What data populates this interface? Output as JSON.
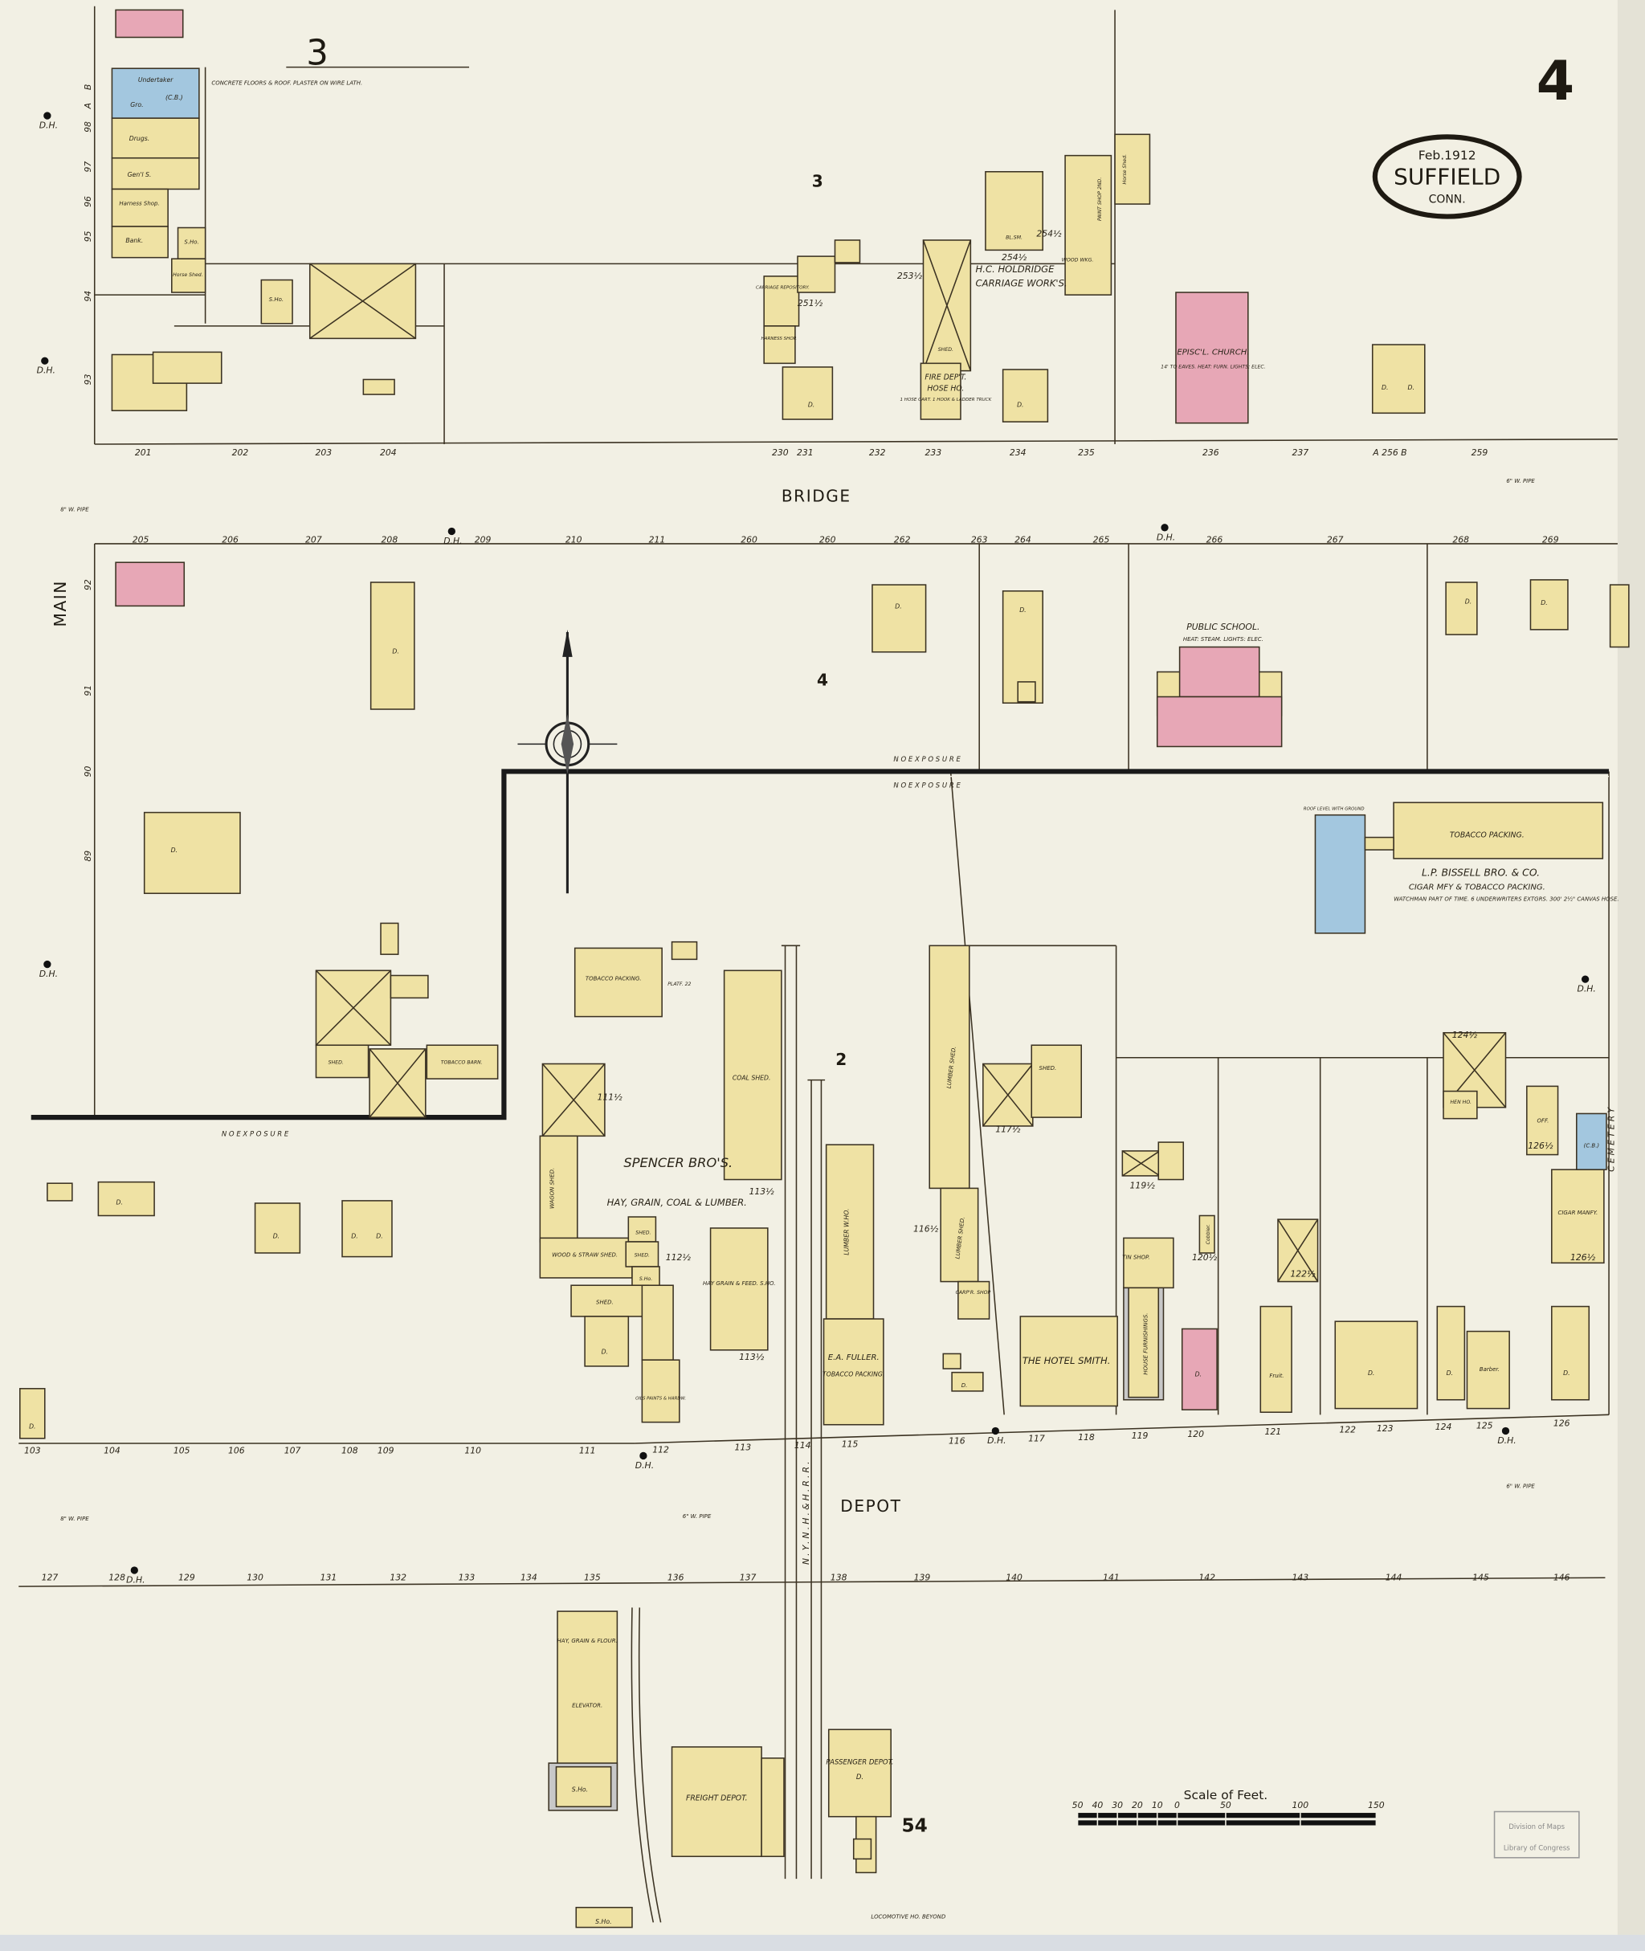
{
  "sheet": {
    "page_number": "4",
    "date": "Feb.1912",
    "town": "SUFFIELD",
    "state": "CONN."
  },
  "streets": {
    "main": "MAIN",
    "bridge": "BRIDGE",
    "depot": "DEPOT",
    "cemetery": "CEMETERY",
    "railroad": "N.Y.N.H.&H.R.R."
  },
  "block_numbers": {
    "top_left": "3",
    "top": "3",
    "middle": "4",
    "lower": "2",
    "bottom": "54"
  },
  "colors": {
    "frame_building": "#efe2a4",
    "brick_building": "#e7a7b6",
    "stone_concrete_building": "#a3c7df",
    "iron_clad": "#c8c8c8",
    "paper": "#f2f0e4"
  },
  "labels": {
    "undertaker": "Undertaker",
    "gro": "Gro.",
    "cb": "(C.B.)",
    "drugs": "Drugs.",
    "gents": "Gen'l S.",
    "harness": "Harness Shop.",
    "bank": "Bank.",
    "sho": "S.Ho.",
    "horse_shed": "Horse Shed.",
    "concrete_note": "CONCRETE FLOORS & ROOF. PLASTER ON WIRE LATH.",
    "carriage_repo": "CARRIAGE REPOSITORY.",
    "harness_shop": "HARNESS SHOP.",
    "shed": "SHED.",
    "bl_sm": "BL.SM.",
    "wood_wkg": "WOOD WKG.",
    "paint_shop": "PAINT SHOP 2ND.",
    "holdridge": "H.C. HOLDRIDGE",
    "carriage_works": "CARRIAGE WORK'S.",
    "fire_dept": "FIRE DEP'T.",
    "hose_ho": "HOSE HO.",
    "hose_note": "1 HOSE CART. 1 HOOK & LADDER TRUCK",
    "dwelling": "D.",
    "church": "EPISC'L. CHURCH.",
    "church_note": "14' TO EAVES. HEAT: FURN. LIGHTS: ELEC.",
    "school": "PUBLIC SCHOOL.",
    "school_note": "HEAT: STEAM. LIGHTS: ELEC.",
    "tobacco_barn": "TOBACCO BARN.",
    "tobacco_packing": "TOBACCO PACKING.",
    "bissell": "L.P. BISSELL BRO. & CO.",
    "bissell_sub": "CIGAR MFY & TOBACCO PACKING.",
    "bissell_note": "WATCHMAN PART OF TIME. 6 UNDERWRITERS EXTGRS. 300' 2½\" CANVAS HOSE.",
    "roof_level": "ROOF LEVEL WITH GROUND",
    "plat": "PLATF. 22",
    "coal_shed": "COAL SHED.",
    "spencer": "SPENCER BRO'S.",
    "spencer_sub": "HAY, GRAIN, COAL & LUMBER.",
    "wagon_shed": "WAGON SHED.",
    "wood_straw": "WOOD & STRAW SHED.",
    "oils": "OILS PAINTS & HARDW.",
    "hay_feed": "HAY GRAIN & FEED. S.HO.",
    "lumber_wh": "LUMBER W.HO.",
    "fuller": "E.A. FULLER.",
    "fuller_sub": "TOBACCO PACKING.",
    "lumber_shed": "LUMBER SHED.",
    "carpr_shop": "CARP'R. SHOP",
    "hotel": "THE HOTEL SMITH.",
    "tin_shop": "TIN SHOP.",
    "house_furn": "HOUSE FURNISHINGS.",
    "cobbler": "Cobbler.",
    "fruit": "Fruit.",
    "barber": "Barber.",
    "hen_ho": "HEN HO.",
    "off": "OFF.",
    "cigar": "CIGAR MANFY.",
    "hay_flour": "HAY, GRAIN & FLOUR.",
    "elevator": "ELEVATOR.",
    "freight": "FREIGHT DEPOT.",
    "passenger": "PASSENGER DEPOT.",
    "loco": "LOCOMOTIVE HO. BEYOND",
    "exposure": "N O   E X P O S U R E",
    "hydrant": "D.H.",
    "pipe": "8\" W. PIPE",
    "pipe6": "6\" W. PIPE"
  },
  "lot_numbers": {
    "bridge_north": [
      "201",
      "202",
      "203",
      "204",
      "230",
      "231",
      "232",
      "233",
      "234",
      "235",
      "236",
      "237",
      "A 256 B",
      "259"
    ],
    "bridge_south": [
      "205",
      "206",
      "207",
      "208",
      "209",
      "210",
      "211",
      "260",
      "260",
      "262",
      "263",
      "264",
      "265",
      "266",
      "267",
      "268",
      "269"
    ],
    "depot_north": [
      "103",
      "104",
      "105",
      "106",
      "107",
      "108",
      "109",
      "110",
      "111",
      "112",
      "113",
      "114",
      "115",
      "116",
      "117",
      "118",
      "119",
      "120",
      "121",
      "122",
      "123",
      "124",
      "125",
      "126"
    ],
    "depot_south": [
      "127",
      "128",
      "129",
      "130",
      "131",
      "132",
      "133",
      "134",
      "135",
      "136",
      "137",
      "138",
      "139",
      "140",
      "141",
      "142",
      "143",
      "144",
      "145",
      "146"
    ],
    "main_east": [
      "B",
      "A",
      "98",
      "97",
      "96",
      "95",
      "94",
      "93",
      "92",
      "91",
      "90",
      "89"
    ],
    "rear": [
      "251½",
      "253½",
      "254½",
      "254½",
      "112½",
      "111½",
      "113½",
      "113½",
      "116½",
      "117½",
      "119½",
      "120½",
      "122½",
      "124½",
      "126½",
      "126½"
    ]
  },
  "scale": {
    "title": "Scale of Feet.",
    "ticks": [
      "50",
      "40",
      "30",
      "20",
      "10",
      "0",
      "50",
      "100",
      "150"
    ]
  },
  "stamp": {
    "line1": "Division of Maps",
    "line2": "Library of Congress"
  }
}
